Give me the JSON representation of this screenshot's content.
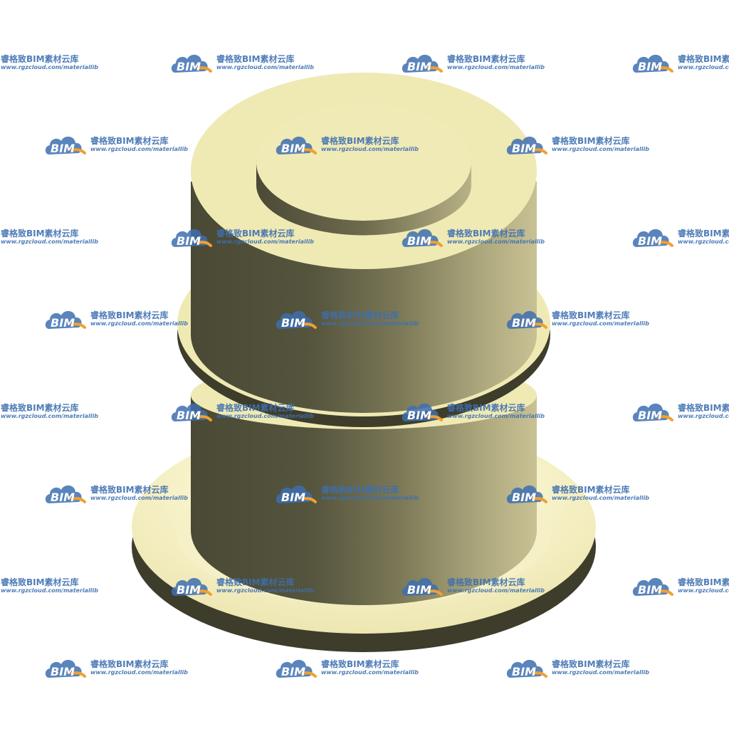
{
  "watermark": {
    "logo_text": "BIM",
    "brand": "睿格致BIM素材云库",
    "url": "www.rgzcloud.com/materiallib",
    "color": "#3d6fb0",
    "accent": "#f0a030"
  },
  "colors": {
    "cream": "#efe9b4",
    "cream_light": "#f4eec3",
    "body_dark": "#4a4a36",
    "body_light": "#c4bd90"
  }
}
